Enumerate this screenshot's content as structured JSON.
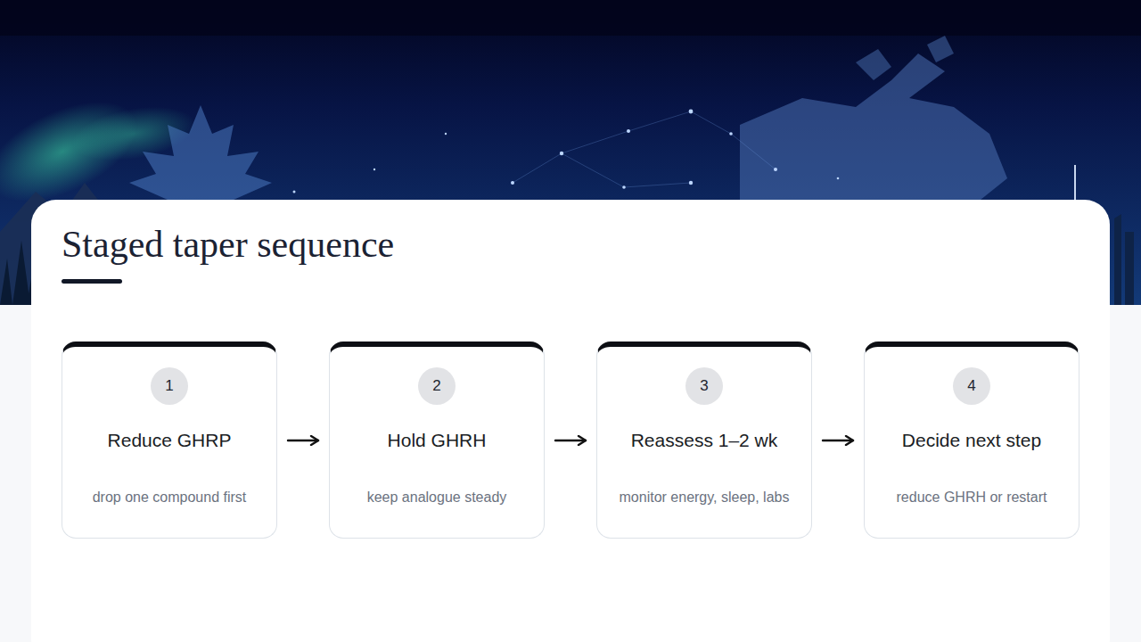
{
  "diagram": {
    "title": "Staged taper sequence",
    "nodes": [
      {
        "text": [
          "Reduce GHRP",
          "drop one compound first"
        ]
      },
      {
        "text": [
          "1"
        ],
        "in": 0
      },
      {
        "text": [
          "Hold GHRH",
          "keep analogue steady"
        ]
      },
      {
        "text": [
          "2"
        ],
        "in": 2
      },
      {
        "text": [
          "Reassess 1–2 wk",
          "monitor energy, sleep, labs"
        ]
      },
      {
        "text": [
          "3"
        ],
        "in": 4
      },
      {
        "text": [
          "Decide next step",
          "reduce GHRH or restart"
        ]
      },
      {
        "text": [
          "4"
        ],
        "in": 6
      }
    ],
    "edges": [
      {
        "from": 0,
        "to": 2,
        "arrow": "to"
      },
      {
        "from": 2,
        "to": 4,
        "arrow": "to"
      },
      {
        "from": 4,
        "to": 6,
        "arrow": "to"
      }
    ]
  }
}
